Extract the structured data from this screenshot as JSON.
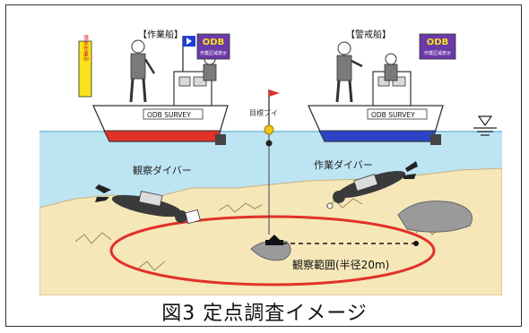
{
  "labels": {
    "work_boat": "【作業船】",
    "guard_boat": "【警戒船】",
    "odb_title": "ODB",
    "odb_sub_work": "作業区域表示",
    "odb_sub_guard": "作業区域表示",
    "side_banner": "潜水作業中",
    "boat_name": "ODB SURVEY",
    "buoy": "目標ブイ",
    "observer_diver": "観察ダイバー",
    "work_diver": "作業ダイバー",
    "range": "観察範囲(半径20m)"
  },
  "caption": "図3 定点調査イメージ",
  "colors": {
    "sea": "#bde4f3",
    "sand": "#f5e7b8",
    "hull_red": "#e0312a",
    "hull_blue": "#2b43c4",
    "flag_blue": "#1e3fd6",
    "odb_purple": "#6b3aa8",
    "banner_yellow": "#f7e21c",
    "ring": "#e0312a"
  }
}
